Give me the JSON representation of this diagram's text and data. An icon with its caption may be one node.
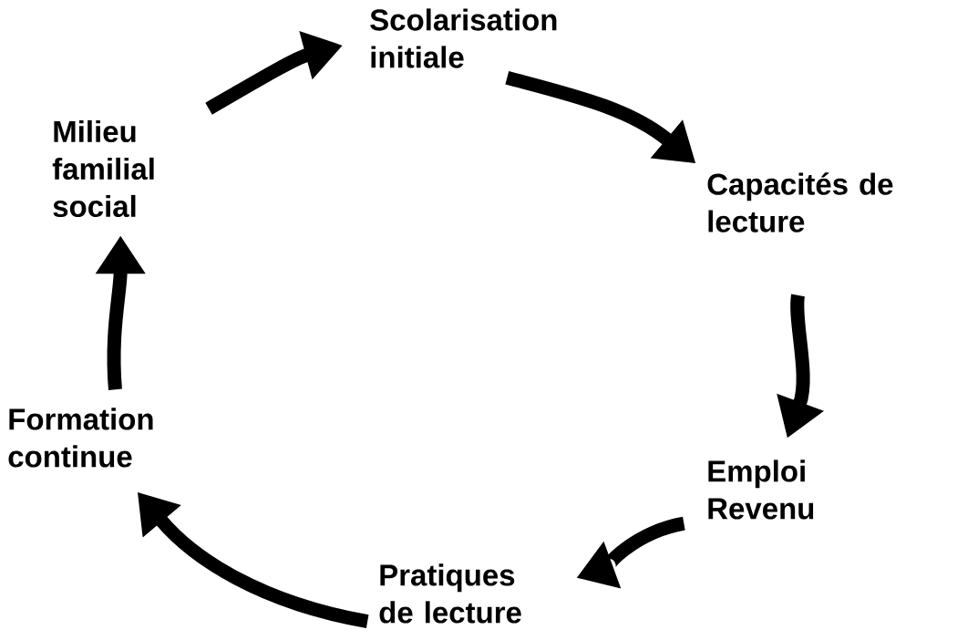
{
  "diagram": {
    "nodes": [
      {
        "text": [
          "Scolarisation initiale"
        ]
      },
      {
        "text": [
          "Capacités de lecture"
        ]
      },
      {
        "text": [
          "Emploi Revenu"
        ]
      },
      {
        "text": [
          "Pratiques de lecture"
        ]
      },
      {
        "text": [
          "Formation continue"
        ]
      },
      {
        "text": [
          "Milieu familial social"
        ]
      }
    ],
    "edges": [
      {
        "from": 5,
        "to": 0,
        "arrow": "to"
      },
      {
        "from": 0,
        "to": 1,
        "arrow": "to"
      },
      {
        "from": 1,
        "to": 2,
        "arrow": "to"
      },
      {
        "from": 2,
        "to": 3,
        "arrow": "to"
      },
      {
        "from": 3,
        "to": 4,
        "arrow": "to"
      },
      {
        "from": 4,
        "to": 5,
        "arrow": "to"
      }
    ]
  }
}
